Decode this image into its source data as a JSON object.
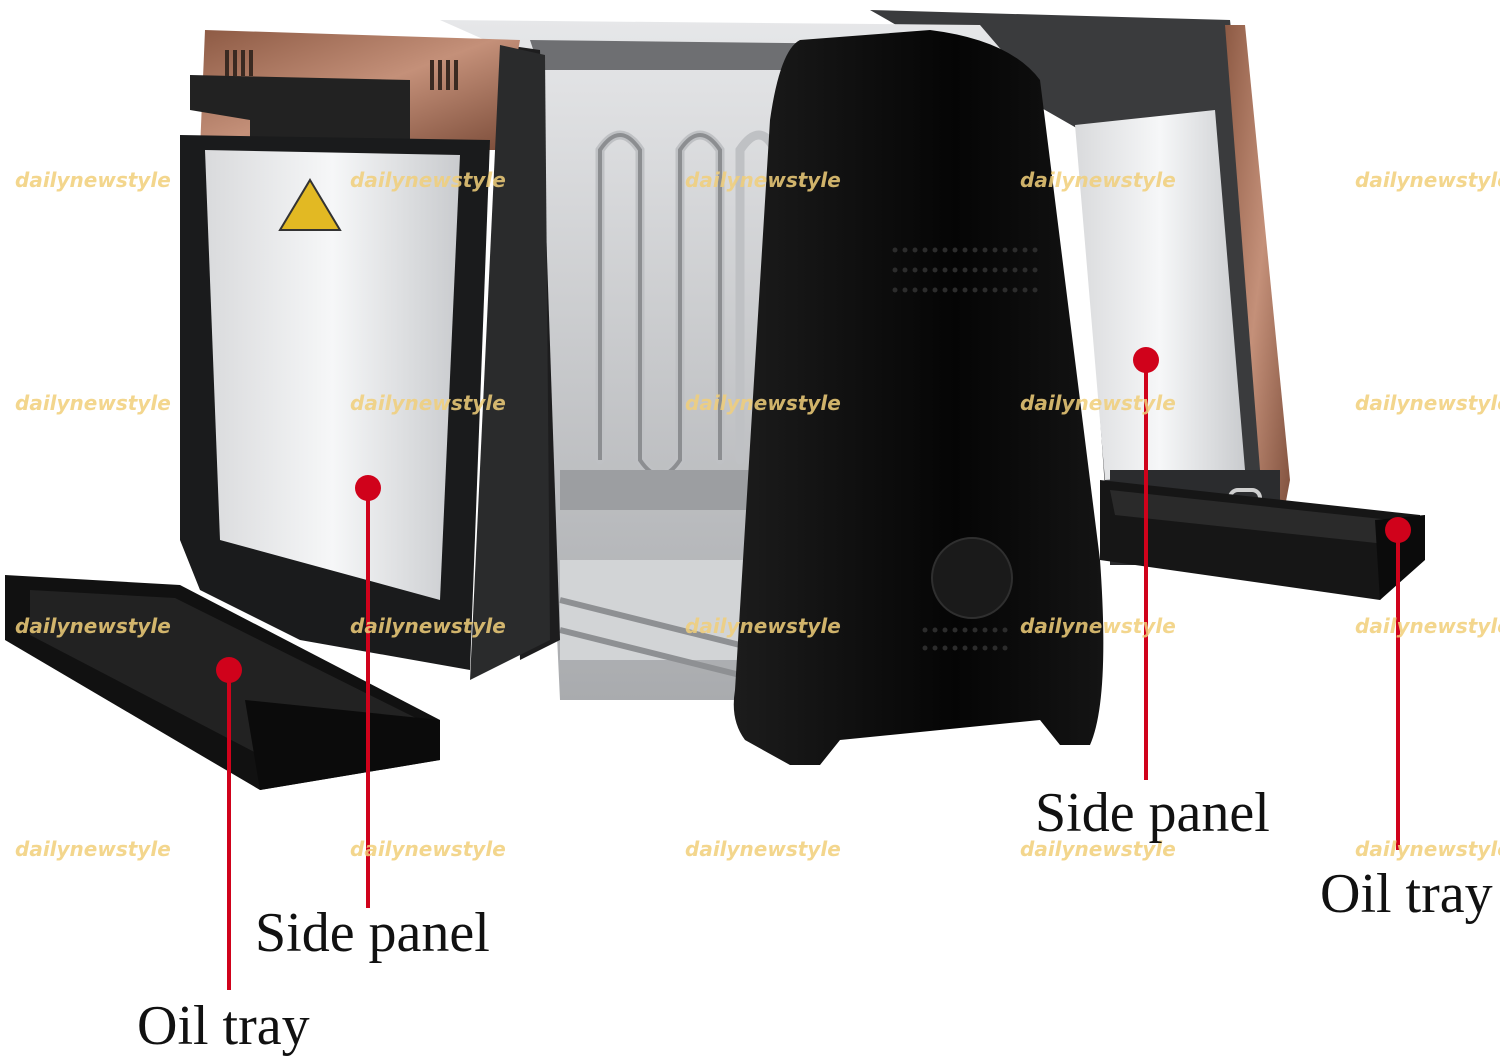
{
  "image": {
    "description_free": true,
    "accent_color": "#d0021b",
    "copper_color": "#b07a5e",
    "body_color": "#0d0d0d"
  },
  "callouts": {
    "side_panel_left": "Side panel",
    "oil_tray_left": "Oil tray",
    "side_panel_right": "Side panel",
    "oil_tray_right": "Oil tray"
  },
  "watermark": {
    "text": "dailynewstyle"
  }
}
